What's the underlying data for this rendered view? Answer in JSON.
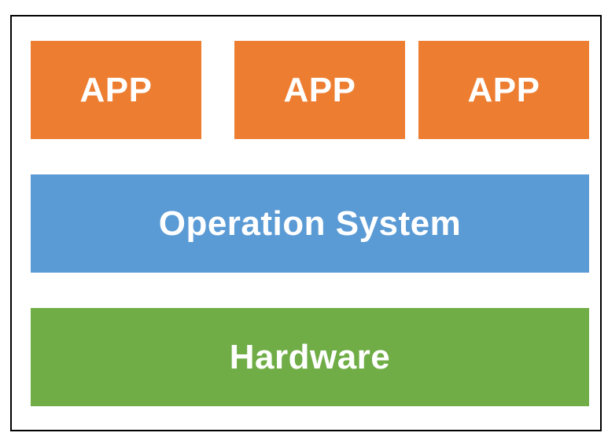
{
  "colors": {
    "app": "#ed7d31",
    "os": "#5b9bd5",
    "hardware": "#70ad47",
    "text": "#ffffff",
    "frame": "#000000"
  },
  "apps": [
    {
      "label": "APP"
    },
    {
      "label": "APP"
    },
    {
      "label": "APP"
    }
  ],
  "os": {
    "label": "Operation System"
  },
  "hardware": {
    "label": "Hardware"
  }
}
